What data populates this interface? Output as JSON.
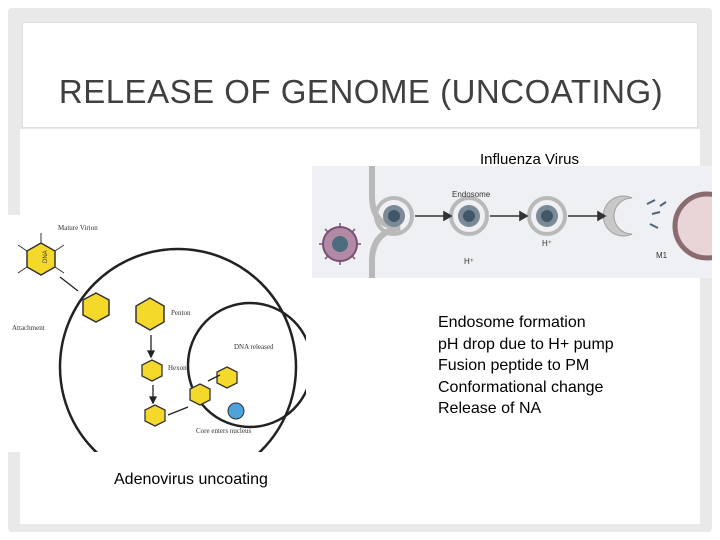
{
  "slide": {
    "title": "RELEASE OF GENOME (UNCOATING)"
  },
  "influenza": {
    "caption": "Influenza Virus",
    "figure_labels": {
      "endosome": "Endosome",
      "proton1": "H⁺",
      "proton2": "H⁺",
      "m1": "M1"
    }
  },
  "adenovirus": {
    "caption": "Adenovirus uncoating",
    "figure_labels": {
      "mature_virion": "Mature Virion",
      "attachment": "Attachment",
      "penton": "Penton",
      "dna_released": "DNA released",
      "hexons": "Hexons",
      "core_enters_nucleus": "Core enters nucleus",
      "dna": "DNA"
    }
  },
  "bullets": [
    "Endosome formation",
    "pH drop due to H+ pump",
    "Fusion peptide to PM",
    "Conformational change",
    "Release of NA"
  ],
  "colors": {
    "frame": "#e9e9e9",
    "title": "#404040",
    "virion_yellow": "#f5d92a",
    "virion_border": "#3a3a3a",
    "flu_background": "#eef0f3",
    "flu_membrane": "#b8b8b8",
    "flu_virion": "#8a5a7a"
  }
}
